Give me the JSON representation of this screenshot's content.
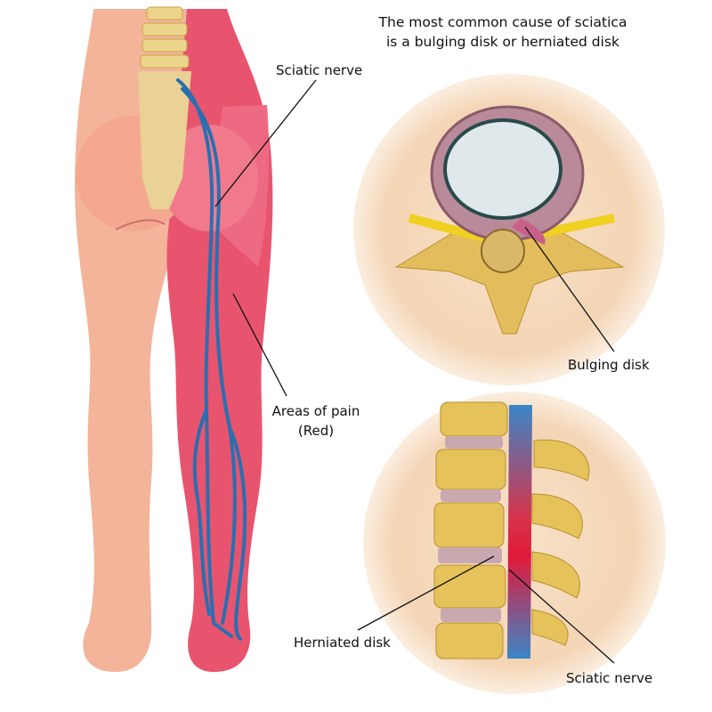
{
  "title": {
    "line1": "The most common cause of sciatica",
    "line2": "is a bulging disk or herniated disk"
  },
  "labels": {
    "sciatic_nerve_body": "Sciatic nerve",
    "areas_of_pain_line1": "Areas of pain",
    "areas_of_pain_line2": "(Red)",
    "bulging_disk": "Bulging disk",
    "herniated_disk": "Herniated disk",
    "sciatic_nerve_spine": "Sciatic nerve"
  },
  "colors": {
    "skin": "#f3b49a",
    "pain": "#e8546e",
    "nerve": "#2a6fb0",
    "bone": "#e8c35a",
    "circle_bg": "#f6dcc0"
  }
}
